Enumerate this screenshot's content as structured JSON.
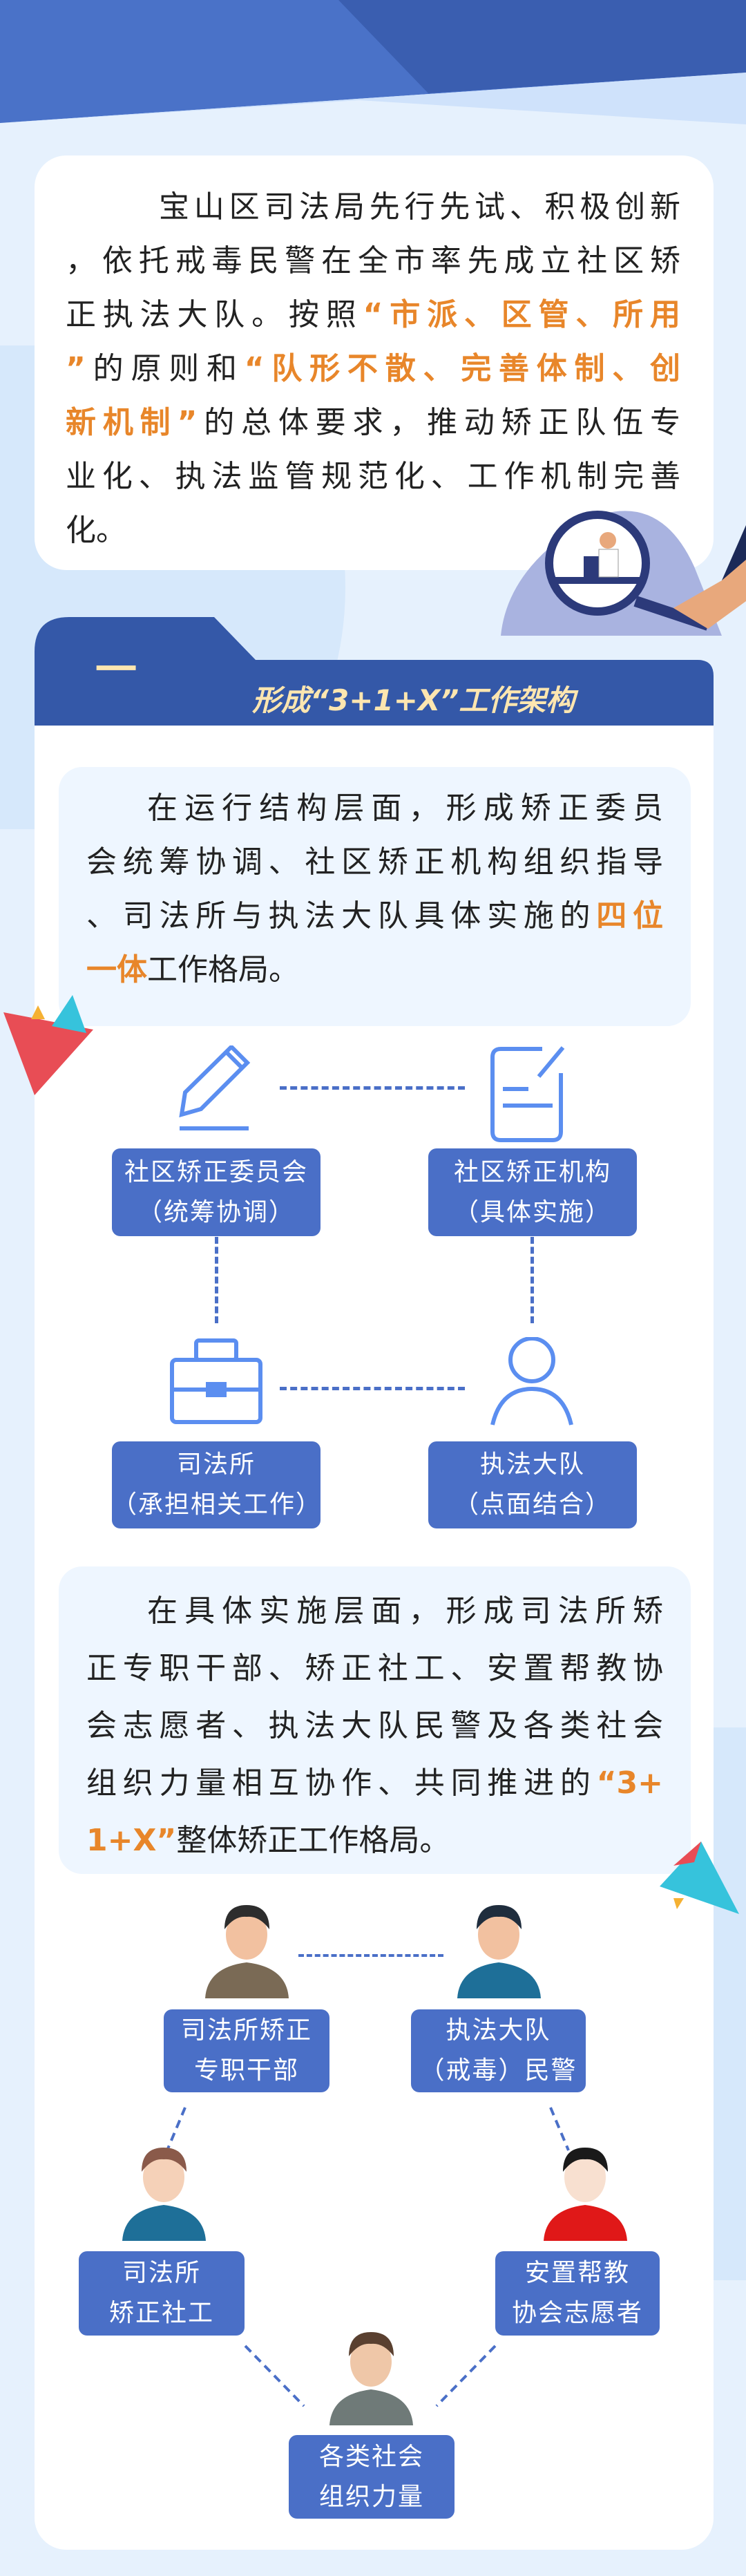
{
  "colors": {
    "primary": "#4a6fc7",
    "header": "#3a5eb0",
    "accent": "#e8862a",
    "title": "#fde6b0"
  },
  "intro": {
    "lines": [
      [
        {
          "t": "宝山区司法局先行先试、积极创新"
        }
      ],
      [
        {
          "t": "，依托戒毒民警在全市率先成立社区矫"
        }
      ],
      [
        {
          "t": "正执法大队。按照"
        },
        {
          "t": "“市派、区管、所用",
          "hl": true
        }
      ],
      [
        {
          "t": "”",
          "hl": true
        },
        {
          "t": "的原则和"
        },
        {
          "t": "“队形不散、完善体制、创",
          "hl": true
        }
      ],
      [
        {
          "t": "新机制”",
          "hl": true
        },
        {
          "t": "的总体要求，推动矫正队伍专"
        }
      ],
      [
        {
          "t": "业化、执法监管规范化、工作机制完善"
        }
      ],
      [
        {
          "t": "化。"
        }
      ]
    ]
  },
  "section": {
    "number": "一",
    "title": "形成“3+1+X”工作架构"
  },
  "box1": {
    "lines": [
      [
        {
          "t": "在运行结构层面，形成矫正委员"
        }
      ],
      [
        {
          "t": "会统筹协调、社区矫正机构组织指导"
        }
      ],
      [
        {
          "t": "、司法所与执法大队具体实施的"
        },
        {
          "t": "四位",
          "hl": true
        }
      ],
      [
        {
          "t": "一体",
          "hl": true
        },
        {
          "t": "工作格局。"
        }
      ]
    ]
  },
  "diagram1": {
    "nodes": [
      {
        "icon": "pencil-icon",
        "lines": [
          "社区矫正委员会",
          "（统筹协调）"
        ]
      },
      {
        "icon": "document-edit-icon",
        "lines": [
          "社区矫正机构",
          "（具体实施）"
        ]
      },
      {
        "icon": "briefcase-icon",
        "lines": [
          "司法所",
          "（承担相关工作）"
        ]
      },
      {
        "icon": "person-icon",
        "lines": [
          "执法大队",
          "（点面结合）"
        ]
      }
    ]
  },
  "box2": {
    "lines": [
      [
        {
          "t": "在具体实施层面，形成司法所矫"
        }
      ],
      [
        {
          "t": "正专职干部、矫正社工、安置帮教协"
        }
      ],
      [
        {
          "t": "会志愿者、执法大队民警及各类社会"
        }
      ],
      [
        {
          "t": "组织力量相互协作、共同推进的"
        },
        {
          "t": "“3+",
          "hl": true
        }
      ],
      [
        {
          "t": "1+X”",
          "hl": true
        },
        {
          "t": "整体矫正工作格局。"
        }
      ]
    ]
  },
  "diagram2": {
    "nodes": [
      {
        "icon": "cadre-avatar-icon",
        "lines": [
          "司法所矫正",
          "专职干部"
        ]
      },
      {
        "icon": "police-avatar-icon",
        "lines": [
          "执法大队",
          "（戒毒）民警"
        ]
      },
      {
        "icon": "social-worker-avatar-icon",
        "lines": [
          "司法所",
          "矫正社工"
        ]
      },
      {
        "icon": "volunteer-avatar-icon",
        "lines": [
          "安置帮教",
          "协会志愿者"
        ]
      },
      {
        "icon": "citizen-avatar-icon",
        "lines": [
          "各类社会",
          "组织力量"
        ]
      }
    ]
  }
}
